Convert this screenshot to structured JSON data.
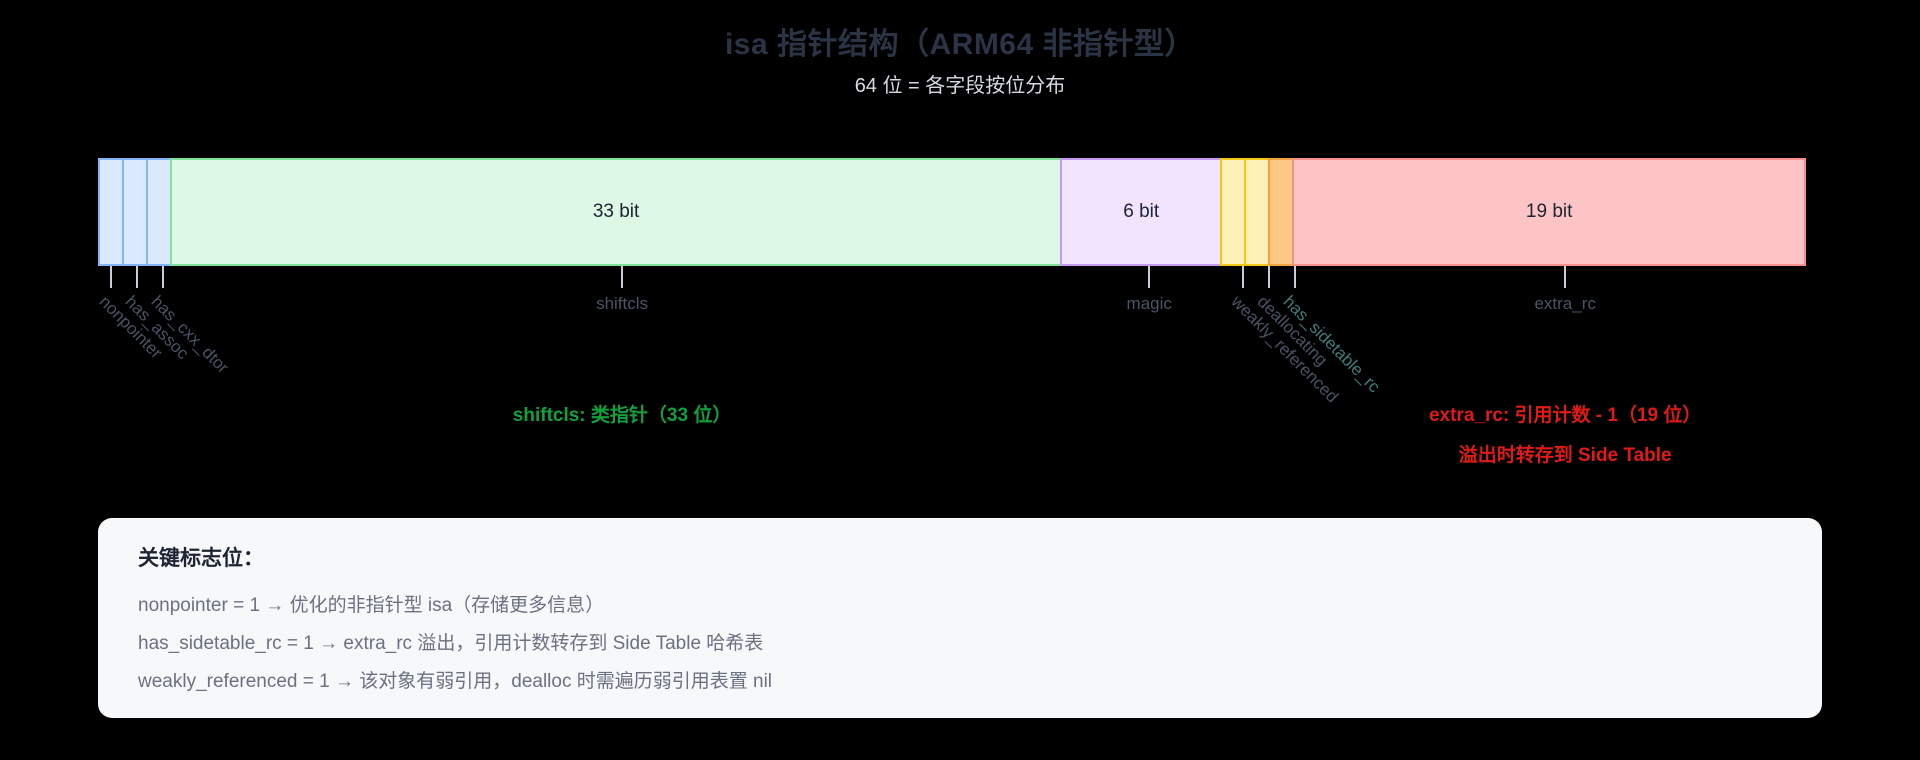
{
  "header": {
    "title": "isa 指针结构（ARM64 非指针型）",
    "subtitle": "64 位 = 各字段按位分布"
  },
  "chart_data": {
    "type": "bar",
    "title": "isa 指针结构（ARM64 非指针型）",
    "subtitle": "64 位 = 各字段按位分布",
    "orientation": "horizontal-stacked",
    "total_bits": 64,
    "xlabel": "",
    "ylabel": "",
    "grid": false,
    "legend_position": "none",
    "categories": [
      "nonpointer",
      "has_assoc",
      "has_cxx_dtor",
      "shiftcls",
      "magic",
      "weakly_referenced",
      "deallocating",
      "has_sidetable_rc",
      "extra_rc"
    ],
    "values": [
      1,
      1,
      1,
      33,
      6,
      1,
      1,
      1,
      19
    ],
    "segments": [
      {
        "field": "nonpointer",
        "bits": 1,
        "bar_label": "",
        "fill": "#dbe9fe",
        "stroke": "#84b4f8",
        "label_rotated": true,
        "label_color": "#4a5365"
      },
      {
        "field": "has_assoc",
        "bits": 1,
        "bar_label": "",
        "fill": "#dbe9fe",
        "stroke": "#84b4f8",
        "label_rotated": true,
        "label_color": "#4a5365"
      },
      {
        "field": "has_cxx_dtor",
        "bits": 1,
        "bar_label": "",
        "fill": "#dbe9fe",
        "stroke": "#84b4f8",
        "label_rotated": true,
        "label_color": "#4a5365"
      },
      {
        "field": "shiftcls",
        "bits": 33,
        "bar_label": "33 bit",
        "fill": "#ddf8e4",
        "stroke": "#7ee29b",
        "label_rotated": false,
        "label_color": "#4a5365"
      },
      {
        "field": "magic",
        "bits": 6,
        "bar_label": "6 bit",
        "fill": "#f3e4fd",
        "stroke": "#c49af0",
        "label_rotated": false,
        "label_color": "#4a5365"
      },
      {
        "field": "weakly_referenced",
        "bits": 1,
        "bar_label": "",
        "fill": "#fdf1b8",
        "stroke": "#f5c518",
        "label_rotated": true,
        "label_color": "#4a5365"
      },
      {
        "field": "deallocating",
        "bits": 1,
        "bar_label": "",
        "fill": "#fdf1b8",
        "stroke": "#f5c518",
        "label_rotated": true,
        "label_color": "#4a5365"
      },
      {
        "field": "has_sidetable_rc",
        "bits": 1,
        "bar_label": "",
        "fill": "#fcc884",
        "stroke": "#f0a23c",
        "label_rotated": true,
        "label_color": "#3f7d7a"
      },
      {
        "field": "extra_rc",
        "bits": 19,
        "bar_label": "19 bit",
        "fill": "#fcc4c4",
        "stroke": "#f78f8f",
        "label_rotated": false,
        "label_color": "#4a5365"
      }
    ],
    "annotations": [
      {
        "text": "shiftcls: 类指针（33 位）",
        "color": "#11a13c",
        "target_field": "shiftcls"
      },
      {
        "text": "extra_rc: 引用计数 - 1（19 位）",
        "color": "#e01b16",
        "target_field": "extra_rc"
      },
      {
        "text": "溢出时转存到 Side Table",
        "color": "#e01b16",
        "target_field": "extra_rc"
      }
    ]
  },
  "legend": {
    "title": "关键标志位：",
    "lines": [
      "nonpointer = 1 → 优化的非指针型 isa（存储更多信息）",
      "has_sidetable_rc = 1 → extra_rc 溢出，引用计数转存到 Side Table 哈希表",
      "weakly_referenced = 1 → 该对象有弱引用，dealloc 时需遍历弱引用表置 nil"
    ]
  },
  "colors": {
    "background": "#000000",
    "title": "#2b3445",
    "subtitle": "#d6dbe3",
    "field_label": "#4a5365",
    "tick": "#c9ced8",
    "accent_green": "#11a13c",
    "accent_red": "#e01b16",
    "card_background": "#f7f8fa",
    "card_text": "#6a7181"
  }
}
